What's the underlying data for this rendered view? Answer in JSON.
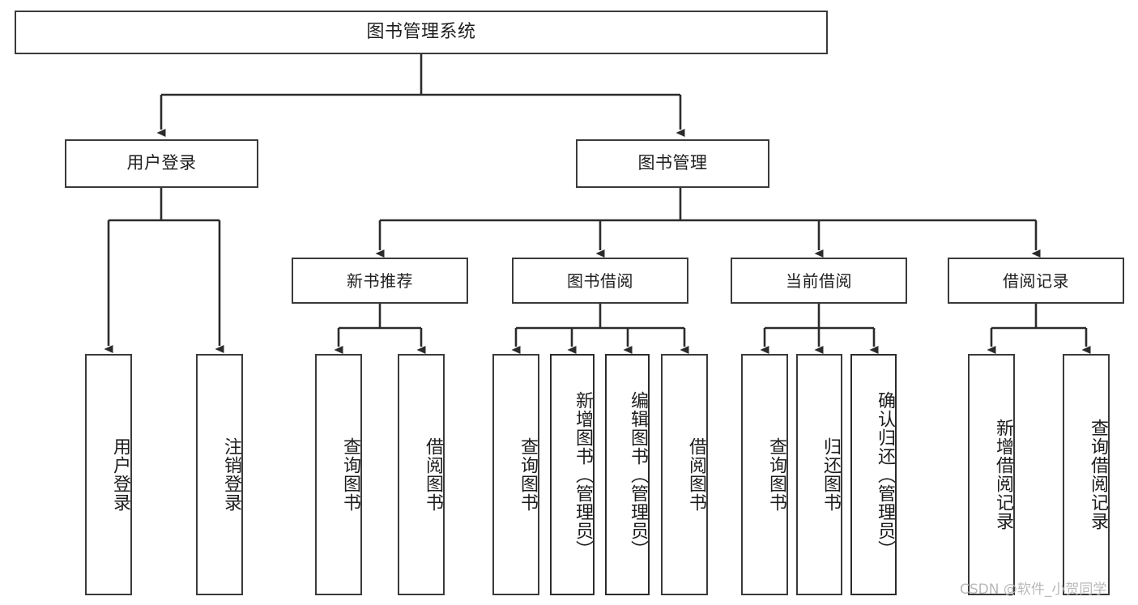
{
  "diagram": {
    "title": "图书管理系统",
    "type": "tree-structure-chart",
    "root": {
      "id": "root",
      "label": "图书管理系统"
    },
    "level2": [
      {
        "id": "user-login",
        "label": "用户登录"
      },
      {
        "id": "book-manage",
        "label": "图书管理"
      }
    ],
    "level3": [
      {
        "id": "new-book-recommend",
        "label": "新书推荐",
        "parent": "book-manage"
      },
      {
        "id": "book-borrow",
        "label": "图书借阅",
        "parent": "book-manage"
      },
      {
        "id": "current-borrow",
        "label": "当前借阅",
        "parent": "book-manage"
      },
      {
        "id": "borrow-record",
        "label": "借阅记录",
        "parent": "book-manage"
      }
    ],
    "leaves": {
      "user_login": [
        {
          "id": "leaf-user-login",
          "label": "用户登录"
        },
        {
          "id": "leaf-logout",
          "label": "注销登录"
        }
      ],
      "new_book_recommend": [
        {
          "id": "leaf-query-book-1",
          "label": "查询图书"
        },
        {
          "id": "leaf-borrow-book-1",
          "label": "借阅图书"
        }
      ],
      "book_borrow": [
        {
          "id": "leaf-query-book-2",
          "label": "查询图书"
        },
        {
          "id": "leaf-add-book",
          "label": "新增图书（管理员）"
        },
        {
          "id": "leaf-edit-book",
          "label": "编辑图书（管理员）"
        },
        {
          "id": "leaf-borrow-book-2",
          "label": "借阅图书"
        }
      ],
      "current_borrow": [
        {
          "id": "leaf-query-book-3",
          "label": "查询图书"
        },
        {
          "id": "leaf-return-book",
          "label": "归还图书"
        },
        {
          "id": "leaf-confirm-return",
          "label": "确认归还（管理员）"
        }
      ],
      "borrow_record": [
        {
          "id": "leaf-add-record",
          "label": "新增借阅记录"
        },
        {
          "id": "leaf-query-record",
          "label": "查询借阅记录"
        }
      ]
    }
  },
  "watermark": {
    "text": "CSDN @软件_小贺同学"
  },
  "colors": {
    "background": "#ffffff",
    "box_fill": "#ffffff",
    "box_border": "#3a3a3a",
    "connector": "#2b2b2b",
    "text": "#1d1d1d",
    "watermark": "#b9b9b9"
  }
}
